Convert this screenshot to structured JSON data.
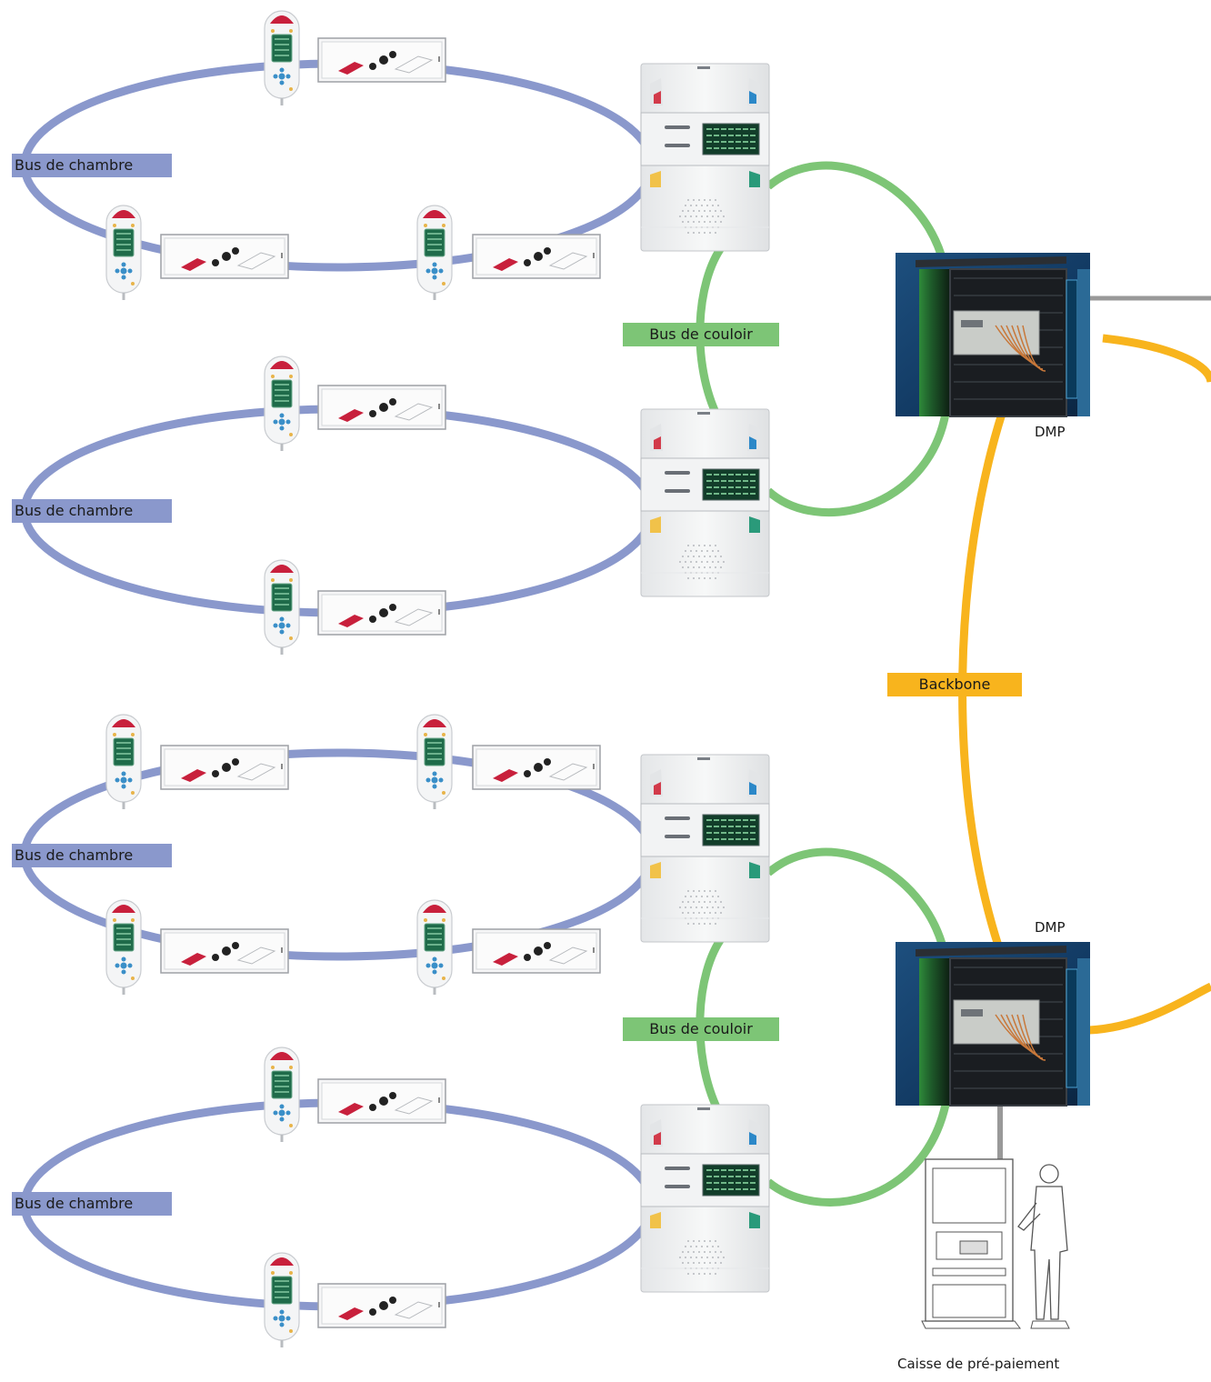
{
  "labels": {
    "room_bus": "Bus de chambre",
    "corridor_bus": "Bus de couloir",
    "backbone": "Backbone",
    "dmp": "DMP",
    "kiosk": "Caisse de pré-paiement"
  },
  "colors": {
    "room_bus": "#8a98cc",
    "corridor_bus": "#7dc576",
    "backbone": "#f8b41d",
    "network_link": "#999999"
  },
  "icons": {
    "handset": "bedside-handset-icon",
    "wall_unit": "wall-terminal-icon",
    "controller": "room-controller-icon",
    "server": "dmp-server-rack-icon",
    "kiosk": "prepayment-kiosk-icon"
  }
}
